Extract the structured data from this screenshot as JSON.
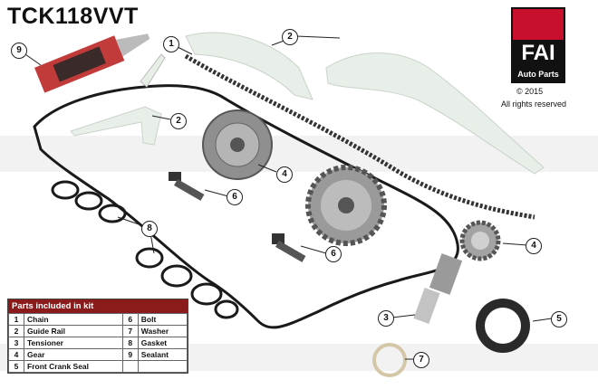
{
  "title": "TCK118VVT",
  "logo": {
    "mark": "FAI",
    "sub": "Auto Parts"
  },
  "copyright": "© 2015",
  "rights": "All rights reserved",
  "legend": {
    "heading": "Parts included in kit",
    "rows": [
      [
        {
          "n": "1",
          "label": "Chain"
        },
        {
          "n": "6",
          "label": "Bolt"
        }
      ],
      [
        {
          "n": "2",
          "label": "Guide Rail"
        },
        {
          "n": "7",
          "label": "Washer"
        }
      ],
      [
        {
          "n": "3",
          "label": "Tensioner"
        },
        {
          "n": "8",
          "label": "Gasket"
        }
      ],
      [
        {
          "n": "4",
          "label": "Gear"
        },
        {
          "n": "9",
          "label": "Sealant"
        }
      ],
      [
        {
          "n": "5",
          "label": "Front Crank Seal"
        },
        {
          "n": "",
          "label": ""
        }
      ]
    ]
  },
  "callouts": [
    "1",
    "2",
    "2",
    "3",
    "4",
    "4",
    "5",
    "6",
    "6",
    "7",
    "8",
    "9"
  ]
}
